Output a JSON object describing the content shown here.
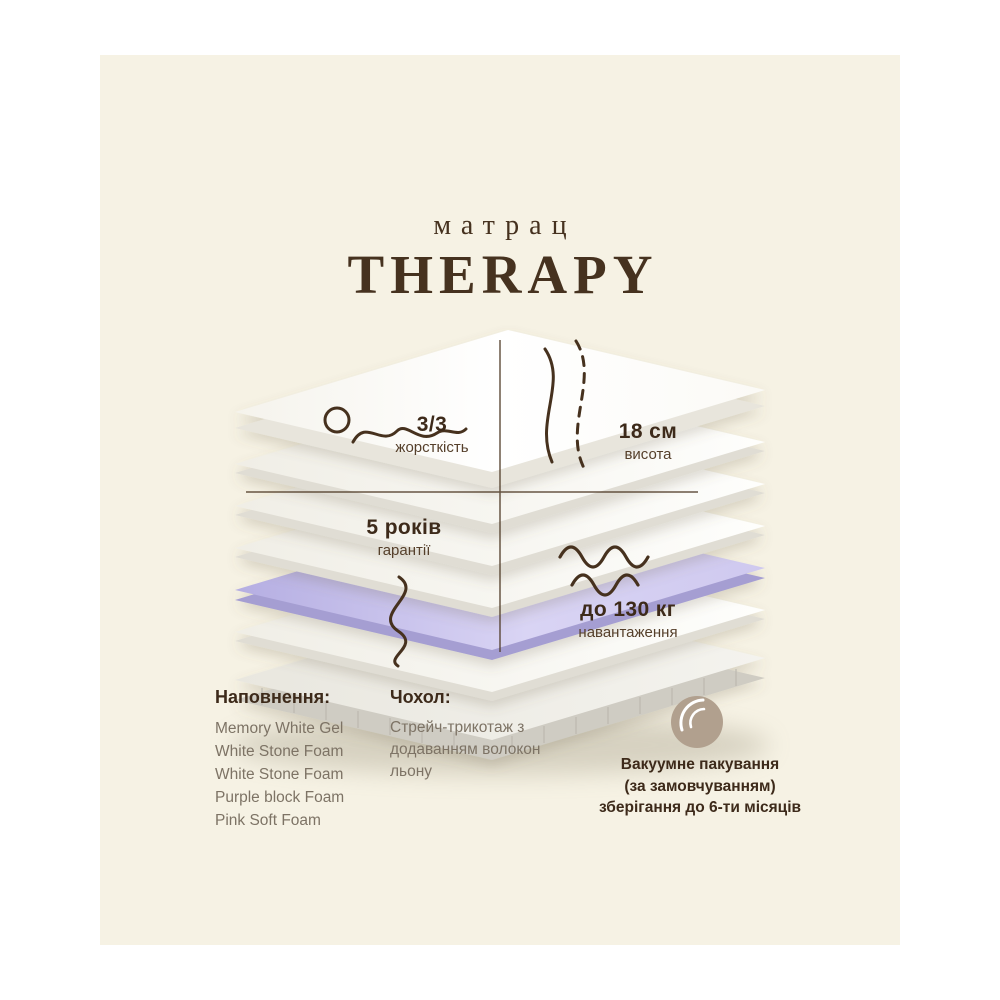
{
  "colors": {
    "background": "#ffffff",
    "panel": "#f6f2e4",
    "text_dark": "#3d2a1a",
    "text_muted": "#7d7365",
    "line_brown": "#46311e",
    "purple_layer": "#cdc7ee",
    "vacuum_circle": "#b1a08e"
  },
  "title": {
    "small": "матрац",
    "large": "THERAPY"
  },
  "annotations": {
    "hardness": {
      "value": "3/3",
      "label": "жорсткість"
    },
    "height": {
      "value": "18 см",
      "label": "висота"
    },
    "warranty": {
      "value": "5 років",
      "label": "гарантії"
    },
    "load": {
      "value": "до 130 кг",
      "label": "навантаження"
    }
  },
  "filling": {
    "heading": "Наповнення:",
    "items": [
      "Memory White Gel",
      "White Stone Foam",
      "White Stone Foam",
      "Purple block Foam",
      "Pink Soft Foam"
    ]
  },
  "cover": {
    "heading": "Чохол:",
    "text": "Стрейч-трикотаж з додаванням волокон льону"
  },
  "vacuum": {
    "line1": "Вакуумне пакування",
    "line2": "(за замовчуванням)",
    "line3": "зберігання до 6-ти місяців"
  }
}
